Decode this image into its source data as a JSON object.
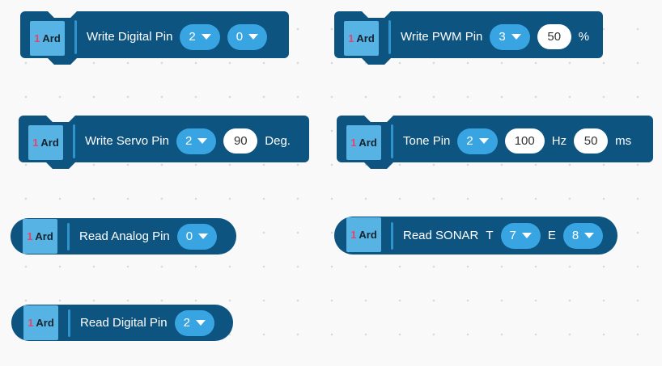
{
  "palette": {
    "canvas_bg": "#f9f9f9",
    "dot_color": "#d9d9d9",
    "block_fill": "#0d5480",
    "badge_fill": "#57b3e4",
    "pill_fill": "#38a5e2",
    "separator": "#2f93cc",
    "input_bg": "#ffffff",
    "input_text": "#333333",
    "label_text": "#ffffff",
    "badge_number_color": "#e8436a",
    "badge_label_color": "#16222c"
  },
  "badge": {
    "number": "1",
    "label": "Ard"
  },
  "blocks": [
    {
      "name": "write-digital-pin",
      "shape": "stack",
      "label": "Write Digital Pin",
      "fields": [
        {
          "kind": "dropdown",
          "value": "2"
        },
        {
          "kind": "dropdown",
          "value": "0"
        }
      ]
    },
    {
      "name": "write-pwm-pin",
      "shape": "stack",
      "label": "Write PWM Pin",
      "fields": [
        {
          "kind": "dropdown",
          "value": "3"
        },
        {
          "kind": "input",
          "value": "50"
        },
        {
          "kind": "unit",
          "value": "%"
        }
      ]
    },
    {
      "name": "write-servo-pin",
      "shape": "stack",
      "label": "Write Servo Pin",
      "fields": [
        {
          "kind": "dropdown",
          "value": "2"
        },
        {
          "kind": "input",
          "value": "90"
        },
        {
          "kind": "unit",
          "value": "Deg."
        }
      ]
    },
    {
      "name": "tone-pin",
      "shape": "stack",
      "label": "Tone Pin",
      "fields": [
        {
          "kind": "dropdown",
          "value": "2"
        },
        {
          "kind": "input",
          "value": "100"
        },
        {
          "kind": "unit",
          "value": "Hz"
        },
        {
          "kind": "input",
          "value": "50"
        },
        {
          "kind": "unit",
          "value": "ms"
        }
      ]
    },
    {
      "name": "read-analog-pin",
      "shape": "reporter",
      "label": "Read Analog Pin",
      "fields": [
        {
          "kind": "dropdown",
          "value": "0"
        }
      ]
    },
    {
      "name": "read-sonar",
      "shape": "reporter",
      "label": "Read SONAR",
      "fields": [
        {
          "kind": "unit",
          "value": "T"
        },
        {
          "kind": "dropdown",
          "value": "7"
        },
        {
          "kind": "unit",
          "value": "E"
        },
        {
          "kind": "dropdown",
          "value": "8"
        }
      ]
    },
    {
      "name": "read-digital-pin",
      "shape": "reporter",
      "label": "Read Digital Pin",
      "fields": [
        {
          "kind": "dropdown",
          "value": "2"
        }
      ]
    }
  ]
}
